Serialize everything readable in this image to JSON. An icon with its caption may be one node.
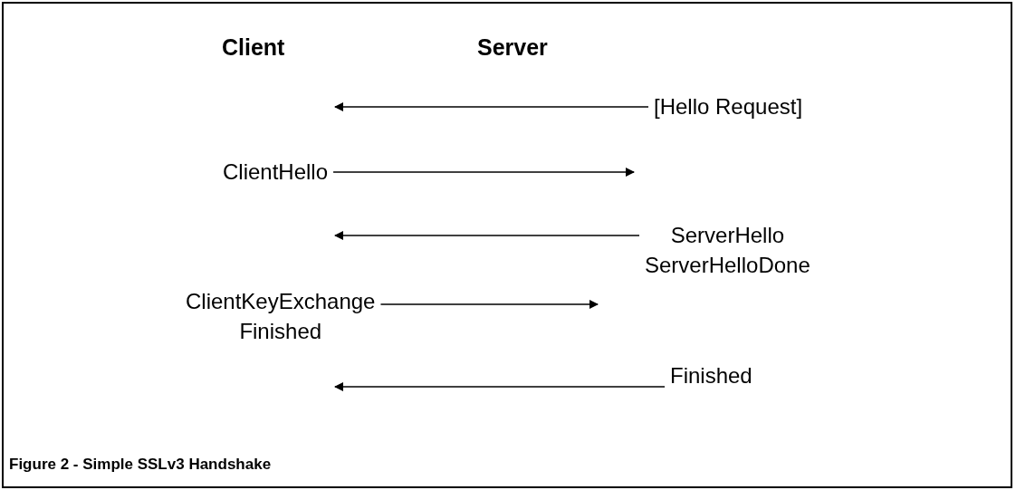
{
  "diagram": {
    "caption": "Figure 2 - Simple SSLv3 Handshake",
    "nodes": [
      {
        "text": [
          "[Hello Request]"
        ]
      },
      {
        "text": [
          "ClientHello"
        ]
      },
      {
        "text": [
          "ServerHello",
          "ServerHelloDone"
        ]
      },
      {
        "text": [
          "ClientKeyExchange",
          "Finished"
        ]
      },
      {
        "text": [
          "Finished"
        ]
      }
    ],
    "edges": [
      {
        "from": 0,
        "to": null,
        "arrow": "to"
      },
      {
        "from": 1,
        "to": null,
        "arrow": "to"
      },
      {
        "from": 2,
        "to": null,
        "arrow": "to"
      },
      {
        "from": 3,
        "to": null,
        "arrow": "to"
      },
      {
        "from": 4,
        "to": null,
        "arrow": "to"
      }
    ],
    "labels": [
      "Client",
      "Server"
    ]
  }
}
